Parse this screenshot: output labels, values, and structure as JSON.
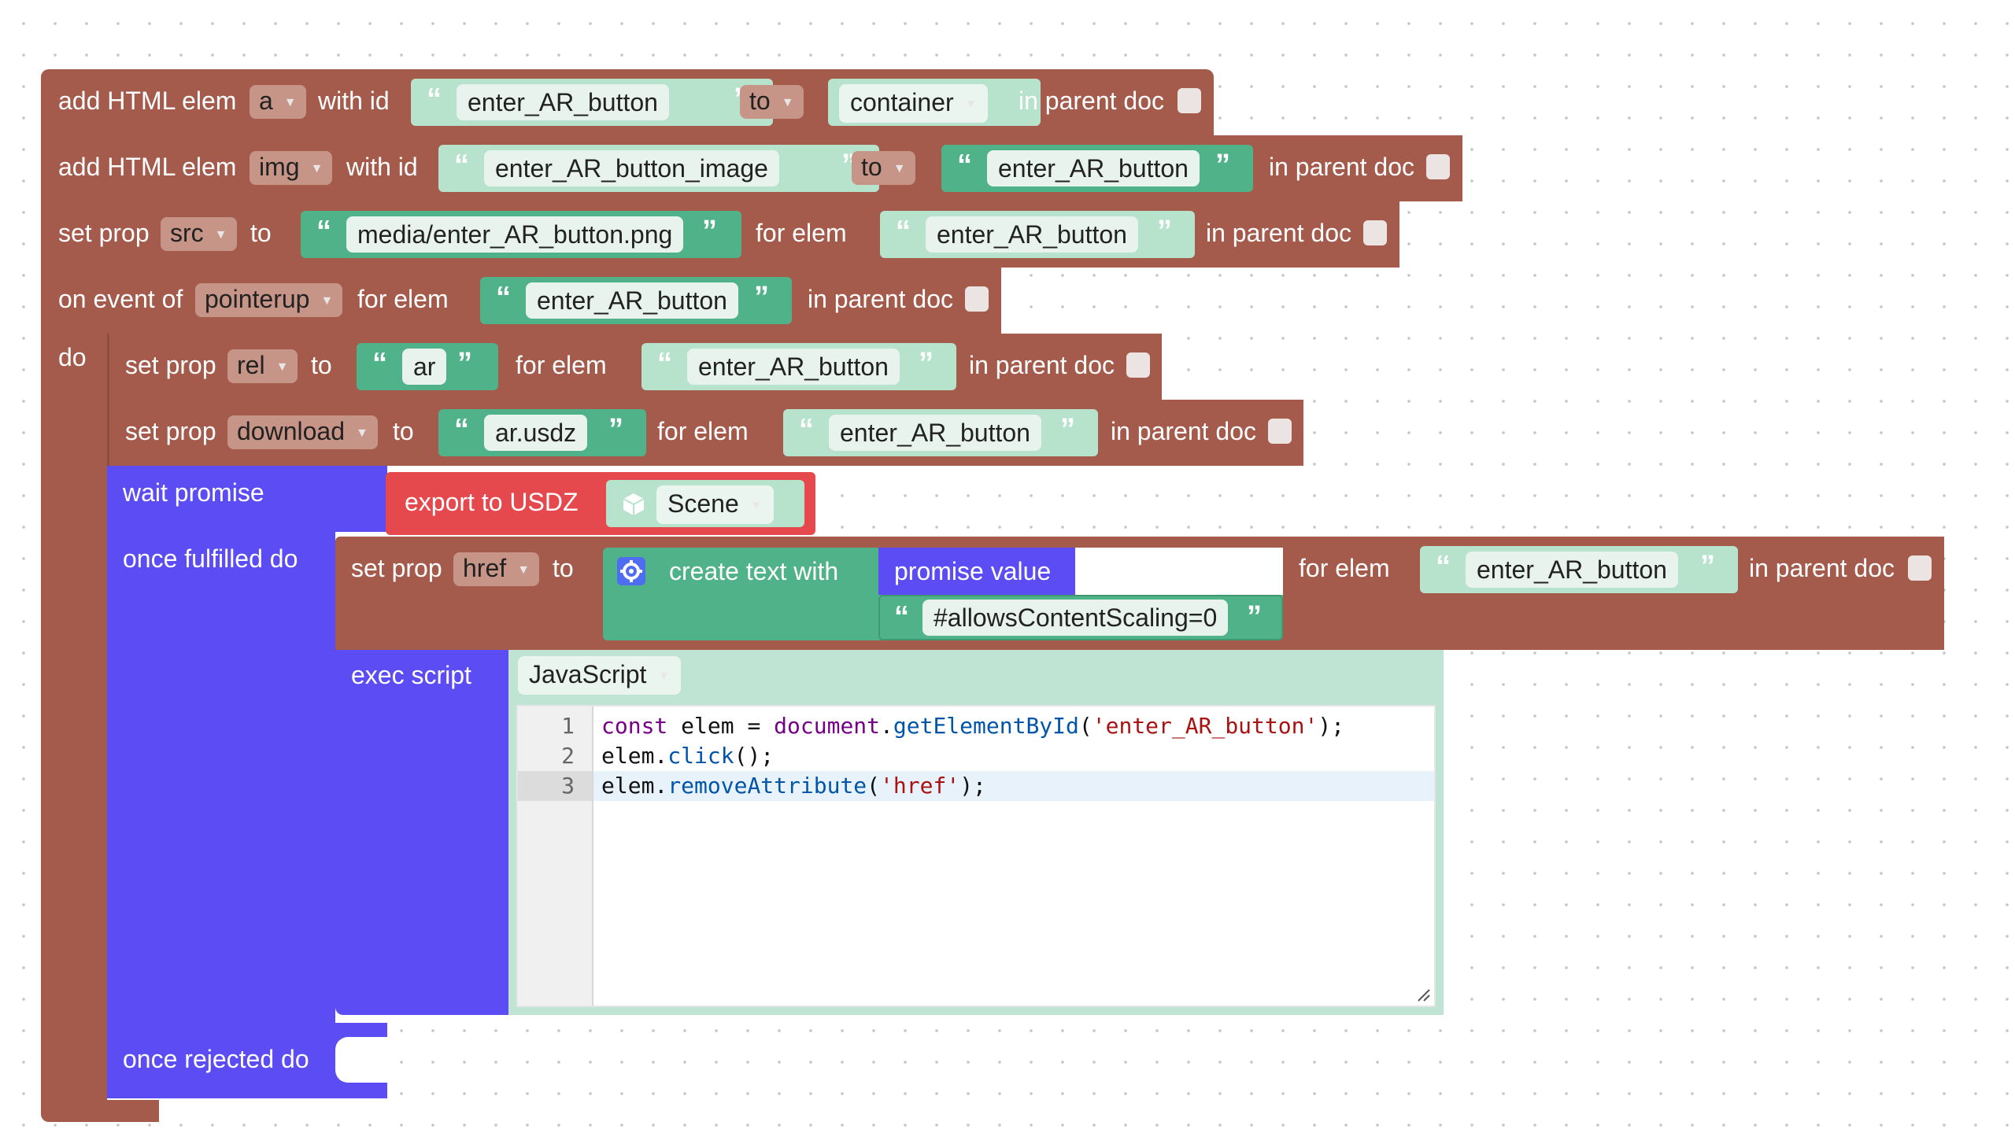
{
  "blocks": {
    "add1": {
      "label": "add HTML elem",
      "tag": "a",
      "with_id": "with id",
      "id_value": "enter_AR_button",
      "to": "to",
      "target": "container",
      "in_parent_doc": "in parent doc"
    },
    "add2": {
      "label": "add HTML elem",
      "tag": "img",
      "with_id": "with id",
      "id_value": "enter_AR_button_image",
      "to": "to",
      "target": "enter_AR_button",
      "in_parent_doc": "in parent doc"
    },
    "setsrc": {
      "label": "set prop",
      "prop": "src",
      "to": "to",
      "value": "media/enter_AR_button.png",
      "for_elem": "for elem",
      "elem": "enter_AR_button",
      "in_parent_doc": "in parent doc"
    },
    "event": {
      "label": "on event of",
      "event": "pointerup",
      "for_elem": "for elem",
      "elem": "enter_AR_button",
      "in_parent_doc": "in parent doc",
      "do": "do"
    },
    "setrel": {
      "label": "set prop",
      "prop": "rel",
      "to": "to",
      "value": "ar",
      "for_elem": "for elem",
      "elem": "enter_AR_button",
      "in_parent_doc": "in parent doc"
    },
    "setdl": {
      "label": "set prop",
      "prop": "download",
      "to": "to",
      "value": "ar.usdz",
      "for_elem": "for elem",
      "elem": "enter_AR_button",
      "in_parent_doc": "in parent doc"
    },
    "wait": {
      "label": "wait promise",
      "export": "export to USDZ",
      "scene": "Scene",
      "once_fulfilled": "once fulfilled do",
      "once_rejected": "once rejected do"
    },
    "sethref": {
      "label": "set prop",
      "prop": "href",
      "to": "to",
      "create_text": "create text with",
      "promise_value": "promise value",
      "suffix": "#allowsContentScaling=0",
      "for_elem": "for elem",
      "elem": "enter_AR_button",
      "in_parent_doc": "in parent doc"
    },
    "exec": {
      "label": "exec script",
      "language": "JavaScript"
    }
  },
  "code": {
    "line_numbers": [
      "1",
      "2",
      "3"
    ],
    "lines": [
      [
        {
          "t": "const",
          "c": "kw"
        },
        {
          "t": " elem = ",
          "c": ""
        },
        {
          "t": "document",
          "c": "kw"
        },
        {
          "t": ".",
          "c": ""
        },
        {
          "t": "getElementById",
          "c": "fn"
        },
        {
          "t": "(",
          "c": ""
        },
        {
          "t": "'enter_AR_button'",
          "c": "str"
        },
        {
          "t": ");",
          "c": ""
        }
      ],
      [
        {
          "t": "elem.",
          "c": ""
        },
        {
          "t": "click",
          "c": "fn"
        },
        {
          "t": "();",
          "c": ""
        }
      ],
      [
        {
          "t": "elem.",
          "c": ""
        },
        {
          "t": "removeAttribute",
          "c": "fn"
        },
        {
          "t": "(",
          "c": ""
        },
        {
          "t": "'href'",
          "c": "str"
        },
        {
          "t": ");",
          "c": ""
        }
      ]
    ]
  },
  "quote_open": "“",
  "quote_close": "”",
  "dropdown_arrow": "▼",
  "icons": {
    "scene": "cube-icon",
    "gear": "gear-icon",
    "resize": "resize-grip-icon"
  },
  "colors": {
    "statement": "#a55b4c",
    "promise": "#5b4cf3",
    "text_dark": "#4fb288",
    "text_light": "#b7e2cc",
    "export": "#e5484d",
    "script_bg": "#bfe4d3"
  }
}
